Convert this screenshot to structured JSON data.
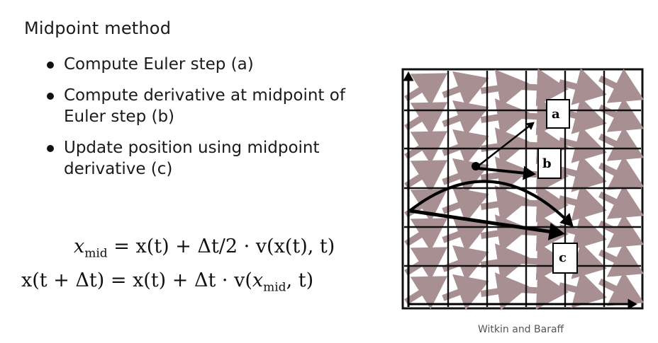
{
  "title": "Midpoint method",
  "bullets": [
    {
      "text": "Compute Euler step (a)"
    },
    {
      "text": "Compute derivative at midpoint of Euler step (b)"
    },
    {
      "text": "Update position using midpoint derivative (c)"
    }
  ],
  "equations": {
    "eq1": {
      "lhs_var": "x",
      "lhs_sub": "mid",
      "rhs_before": "= x(t) + Δt/2 · v(x(t), t)"
    },
    "eq2": {
      "lhs": "x(t + Δt) = x(t) + Δt · v(",
      "var": "x",
      "sub": "mid",
      "tail": ", t)"
    }
  },
  "figure": {
    "labels": {
      "a": "a",
      "b": "b",
      "c": "c"
    },
    "colors": {
      "field_arrow": "#a89092",
      "grid": "#111111",
      "path": "#000000"
    }
  },
  "credit": "Witkin and Baraff"
}
